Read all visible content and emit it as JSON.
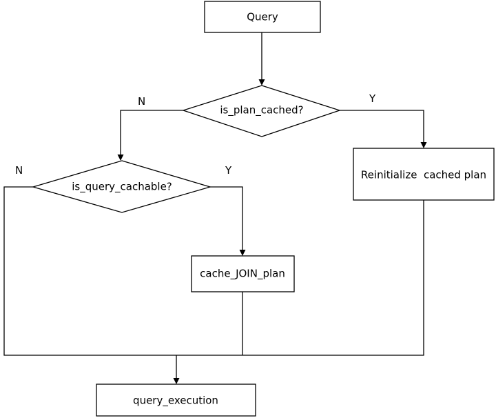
{
  "nodes": {
    "query": "Query",
    "is_plan_cached": "is_plan_cached?",
    "is_query_cachable": "is_query_cachable?",
    "reinitialize": "Reinitialize  cached plan",
    "cache_join_plan": "cache_JOIN_plan",
    "query_execution": "query_execution"
  },
  "edges": {
    "plan_cached_no": "N",
    "plan_cached_yes": "Y",
    "query_cachable_no": "N",
    "query_cachable_yes": "Y"
  }
}
